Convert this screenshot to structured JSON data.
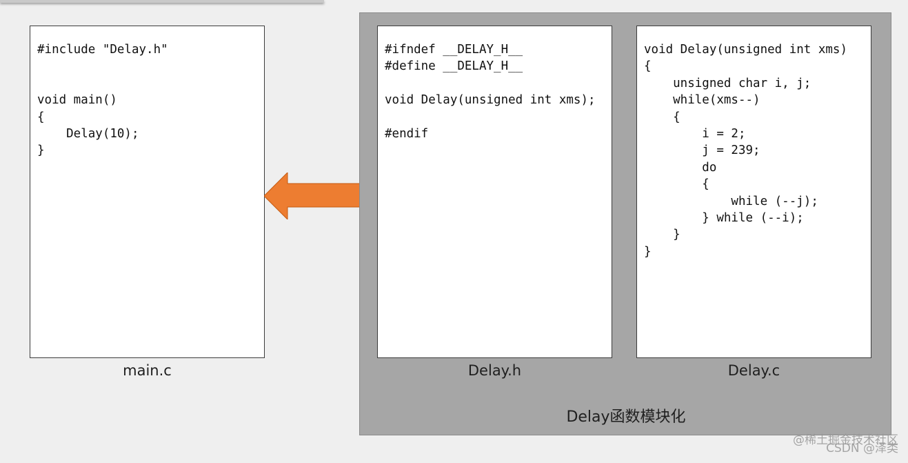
{
  "files": {
    "main": {
      "label": "main.c",
      "code": "#include \"Delay.h\"\n\n\nvoid main()\n{\n    Delay(10);\n}"
    },
    "header": {
      "label": "Delay.h",
      "code": "#ifndef __DELAY_H__\n#define __DELAY_H__\n\nvoid Delay(unsigned int xms);\n\n#endif"
    },
    "source": {
      "label": "Delay.c",
      "code": "void Delay(unsigned int xms)\n{\n    unsigned char i, j;\n    while(xms--)\n    {\n        i = 2;\n        j = 239;\n        do\n        {\n            while (--j);\n        } while (--i);\n    }\n}"
    }
  },
  "module": {
    "label": "Delay函数模块化"
  },
  "arrow": {
    "color": "#ed7d31",
    "direction": "left"
  },
  "watermark": {
    "line1": "@稀土掘金技术社区",
    "line2": "CSDN @泽类"
  }
}
